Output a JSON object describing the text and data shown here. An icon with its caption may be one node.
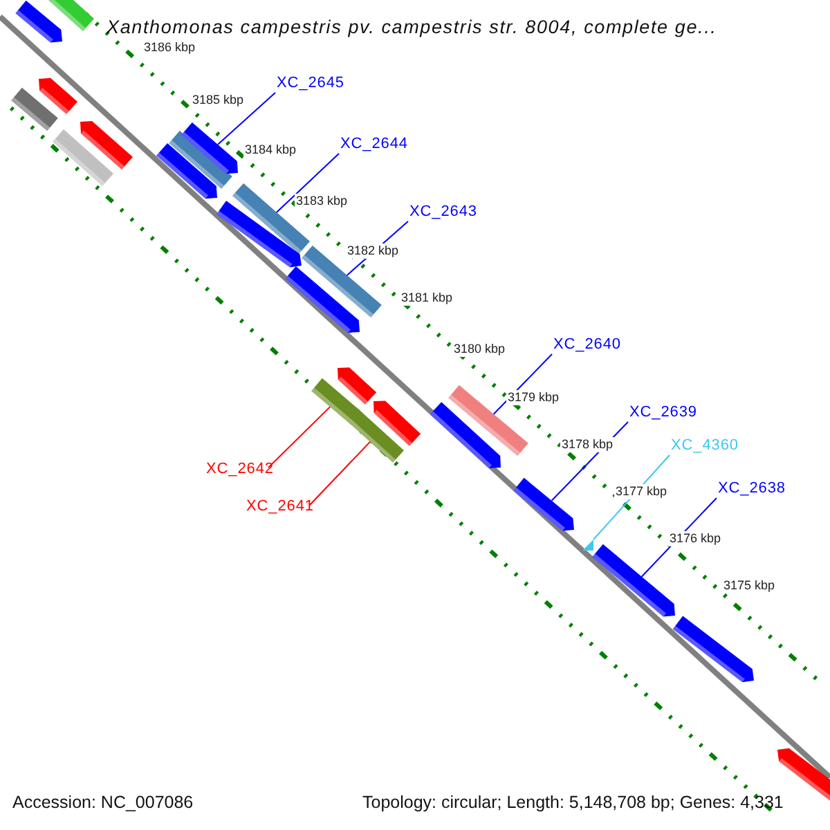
{
  "diagram": {
    "title": "Xanthomonas campestris pv. campestris str. 8004, complete ge...",
    "nodes": [
      {
        "text": [
          "XC_2645"
        ]
      },
      {
        "text": [
          "XC_2644"
        ]
      },
      {
        "text": [
          "XC_2643"
        ]
      },
      {
        "text": [
          "XC_2640"
        ]
      },
      {
        "text": [
          "XC_2639"
        ]
      },
      {
        "text": [
          "XC_4360"
        ]
      },
      {
        "text": [
          "XC_2638"
        ]
      },
      {
        "text": [
          "XC_2642"
        ]
      },
      {
        "text": [
          "XC_2641"
        ]
      },
      {
        "text": [],
        "shape": "bar"
      },
      {
        "text": [],
        "shape": "bar"
      },
      {
        "text": [],
        "shape": "bar"
      },
      {
        "text": [],
        "shape": "bar"
      },
      {
        "text": [],
        "shape": "bar"
      },
      {
        "text": [],
        "shape": "bar"
      },
      {
        "text": [],
        "shape": "bar"
      },
      {
        "text": [],
        "shape": "bar"
      },
      {
        "text": [],
        "shape": "bar"
      },
      {
        "text": [],
        "shape": "bar"
      },
      {
        "text": [],
        "shape": "bar"
      },
      {
        "text": [],
        "shape": "bar"
      },
      {
        "text": [],
        "shape": "bar"
      },
      {
        "text": [],
        "shape": "bar"
      },
      {
        "text": [],
        "shape": "bar"
      },
      {
        "text": [],
        "shape": "bar"
      },
      {
        "text": [],
        "shape": "bar"
      },
      {
        "text": [],
        "shape": "bar"
      },
      {
        "text": [],
        "shape": "bar"
      },
      {
        "text": [],
        "shape": "bar"
      },
      {
        "text": [],
        "shape": "triangle"
      },
      {
        "text": [],
        "shape": "bar"
      },
      {
        "text": [],
        "shape": "bar"
      },
      {
        "text": [],
        "shape": "bar"
      }
    ],
    "edges": [
      {
        "from": 0,
        "to": 14,
        "arrow": "none"
      },
      {
        "from": 1,
        "to": 18,
        "arrow": "none"
      },
      {
        "from": 2,
        "to": 20,
        "arrow": "none"
      },
      {
        "from": 3,
        "to": 24,
        "arrow": "none"
      },
      {
        "from": 4,
        "to": 28,
        "arrow": "none"
      },
      {
        "from": 5,
        "to": 29,
        "arrow": "none",
        "color": "#40c8f0"
      },
      {
        "from": 6,
        "to": 30,
        "arrow": "none"
      },
      {
        "from": 7,
        "to": 23,
        "arrow": "none",
        "color": "#ff0000"
      },
      {
        "from": 8,
        "to": 27,
        "arrow": "none",
        "color": "#ff0000"
      }
    ],
    "labels": [
      "3186 kbp",
      "3185 kbp",
      "3184 kbp",
      "3183 kbp",
      "3182 kbp",
      "3181 kbp",
      "3180 kbp",
      "3179 kbp",
      "3178 kbp",
      "3177 kbp",
      "3176 kbp",
      "3175 kbp",
      "Accession: NC_007086",
      "Topology: circular; Length: 5,148,708 bp; Genes: 4,331"
    ]
  }
}
